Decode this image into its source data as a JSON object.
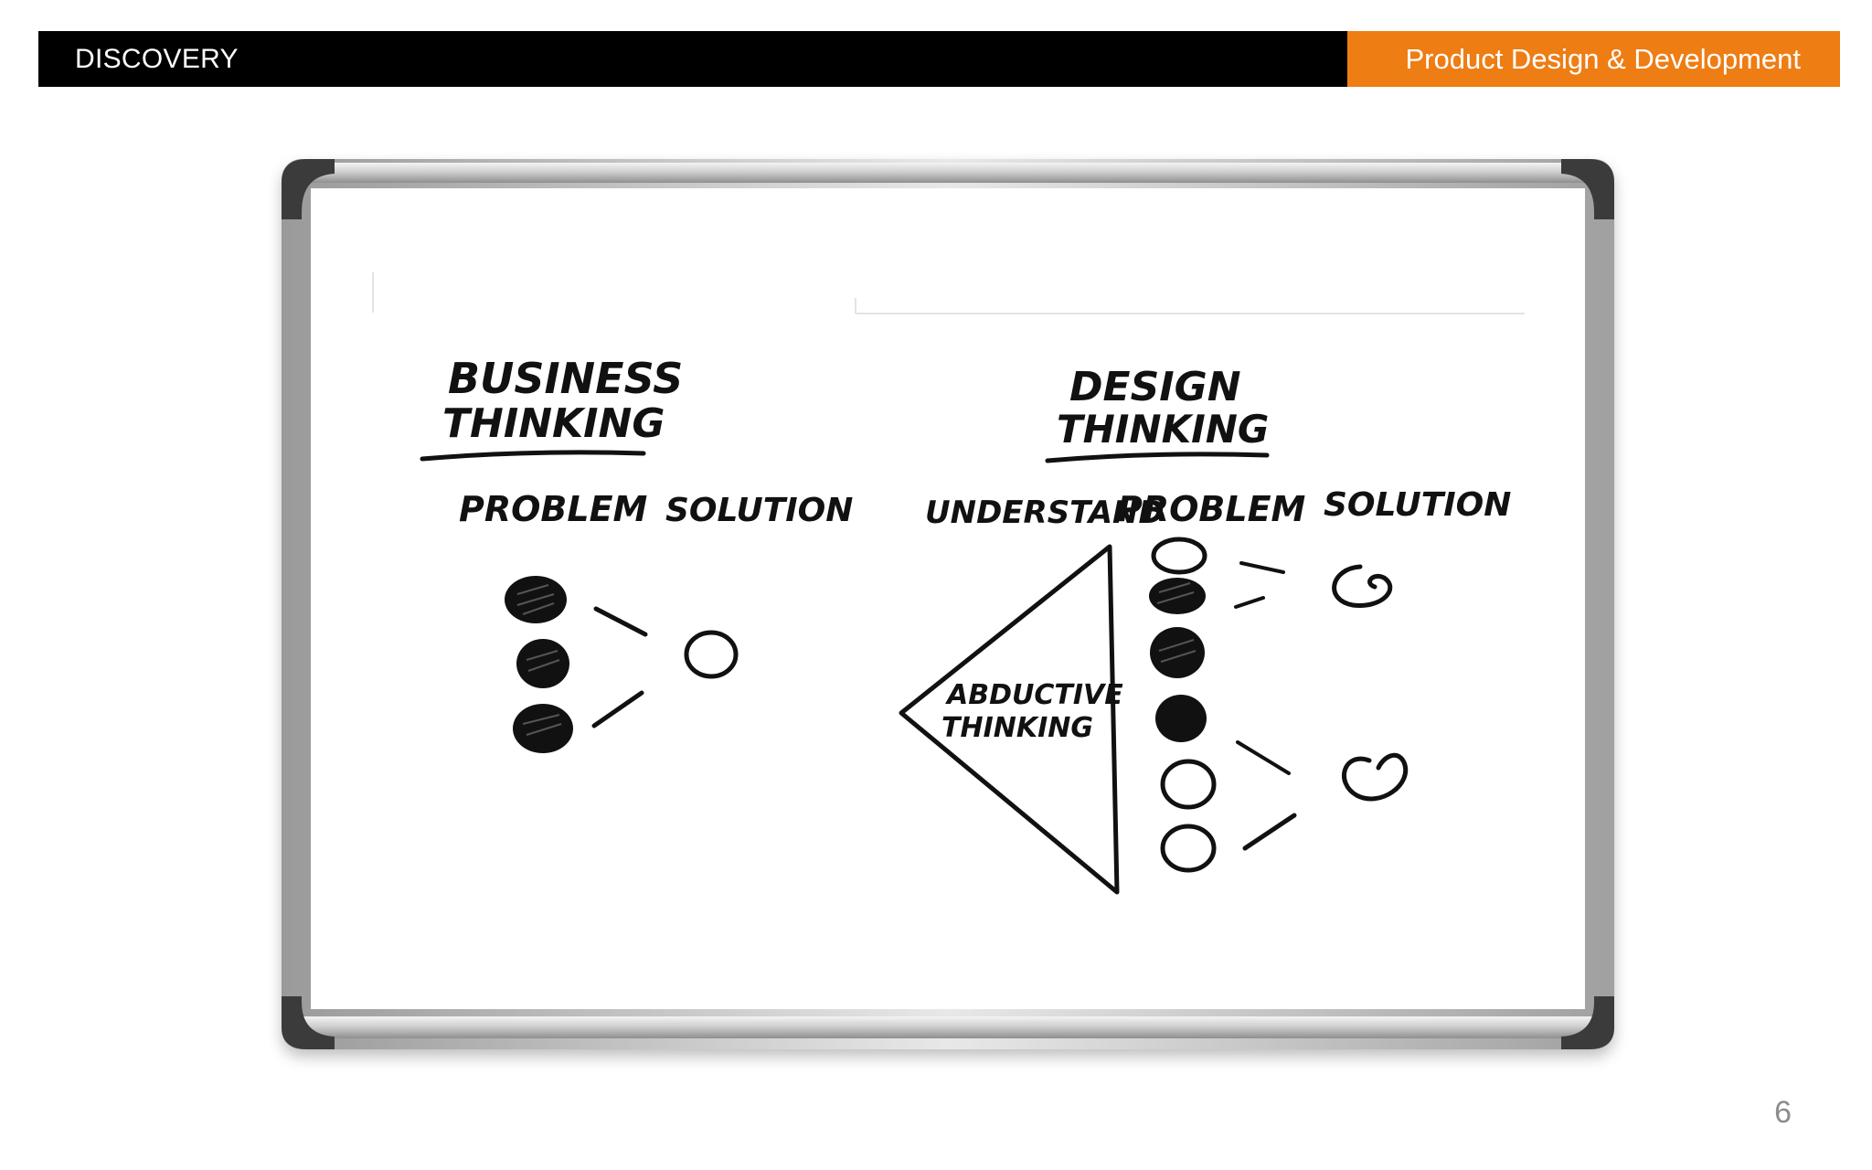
{
  "header": {
    "section_title": "DISCOVERY",
    "course_title": "Product Design & Development",
    "colors": {
      "bar": "#000000",
      "accent": "#ee7d14"
    }
  },
  "whiteboard": {
    "business": {
      "title_line1": "BUSINESS",
      "title_line2": "THINKING",
      "col_problem": "PROBLEM",
      "col_solution": "SOLUTION"
    },
    "design": {
      "title_line1": "DESIGN",
      "title_line2": "THINKING",
      "col_understand": "UNDERSTAND",
      "col_problem": "PROBLEM",
      "col_solution": "SOLUTION",
      "triangle_line1": "ABDUCTIVE",
      "triangle_line2": "THINKING"
    }
  },
  "footer": {
    "page_number": "6"
  }
}
